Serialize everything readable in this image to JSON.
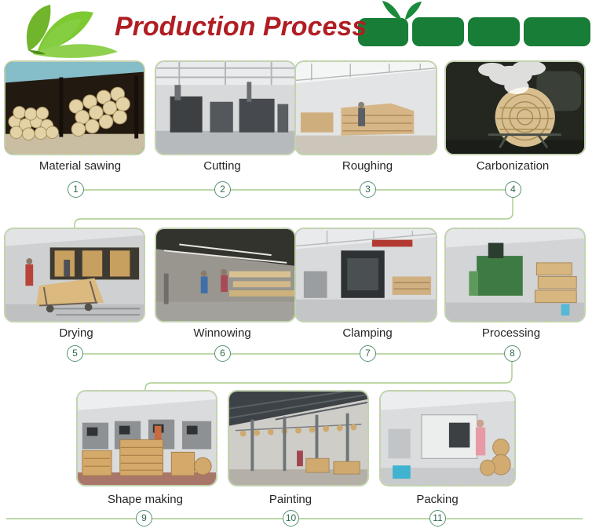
{
  "header": {
    "title": "Production Process"
  },
  "steps": [
    {
      "number": "1",
      "label": "Material sawing",
      "photo": "material-sawing"
    },
    {
      "number": "2",
      "label": "Cutting",
      "photo": "cutting"
    },
    {
      "number": "3",
      "label": "Roughing",
      "photo": "roughing"
    },
    {
      "number": "4",
      "label": "Carbonization",
      "photo": "carbonization"
    },
    {
      "number": "5",
      "label": "Drying",
      "photo": "drying"
    },
    {
      "number": "6",
      "label": "Winnowing",
      "photo": "winnowing"
    },
    {
      "number": "7",
      "label": "Clamping",
      "photo": "clamping"
    },
    {
      "number": "8",
      "label": "Processing",
      "photo": "processing"
    },
    {
      "number": "9",
      "label": "Shape making",
      "photo": "shape-making"
    },
    {
      "number": "10",
      "label": "Painting",
      "photo": "painting"
    },
    {
      "number": "11",
      "label": "Packing",
      "photo": "packing"
    }
  ],
  "colors": {
    "title_red": "#b01e23",
    "bamboo_green": "#187d37",
    "leaf_green": "#7dc932",
    "connector_green": "#a9cc8b",
    "circle_border": "#55926f",
    "circle_number": "#2c6a4e",
    "label_text": "#262626",
    "photo_border": "#bcd89e"
  }
}
